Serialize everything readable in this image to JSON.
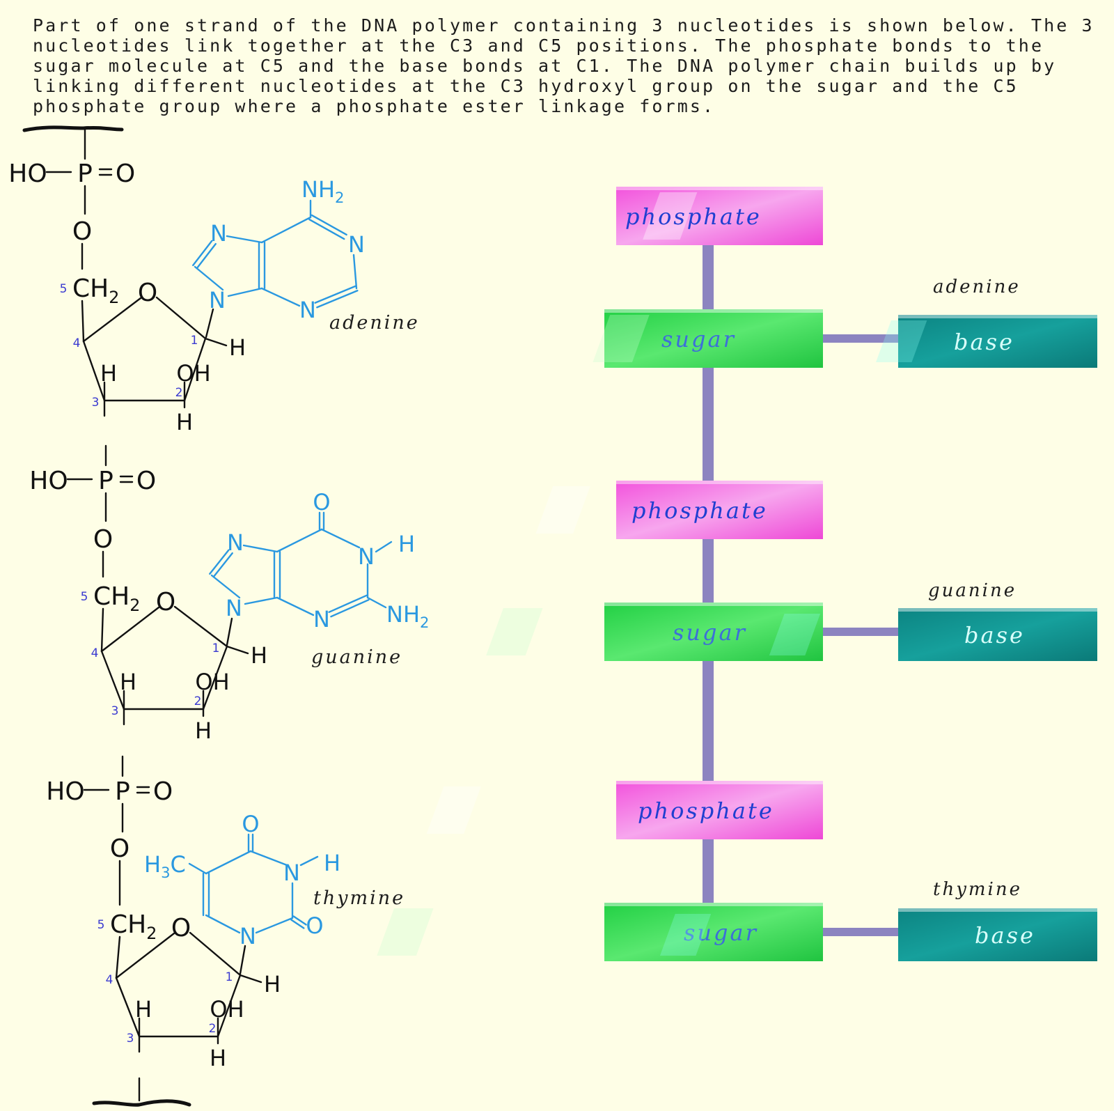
{
  "intro": "Part of one strand of the DNA polymer containing 3 nucleotides is shown below. The 3 nucleotides link together at the C3 and C5 positions.  The phosphate bonds to the sugar molecule at C5 and the base bonds at C1.  The DNA polymer chain builds up by linking different nucleotides at the C3 hydroxyl group on the sugar and the C5 phosphate group where a phosphate ester linkage forms.",
  "colors": {
    "background": "#fefee6",
    "bond_black": "#111111",
    "base_blue": "#2a98e0",
    "carbon_number": "#3a3ad0",
    "phosphate_block": "#f05ad8",
    "sugar_block": "#2ad84a",
    "base_block": "#0e8c8a",
    "connector": "#8c84c0"
  },
  "chem": {
    "ho": "HO",
    "p": "P",
    "o": "O",
    "ch2": "CH",
    "sub2": "2",
    "h": "H",
    "oh": "OH",
    "n": "N",
    "nh2": "NH",
    "h3c_main": "H",
    "h3c_sub": "3",
    "h3c_end": "C",
    "num1": "1",
    "num2": "2",
    "num3": "3",
    "num4": "4",
    "num5": "5"
  },
  "bases": [
    "adenine",
    "guanine",
    "thymine"
  ],
  "blocks": {
    "phosphate": "phosphate",
    "sugar": "sugar",
    "base": "base",
    "labels": [
      "adenine",
      "guanine",
      "thymine"
    ]
  }
}
